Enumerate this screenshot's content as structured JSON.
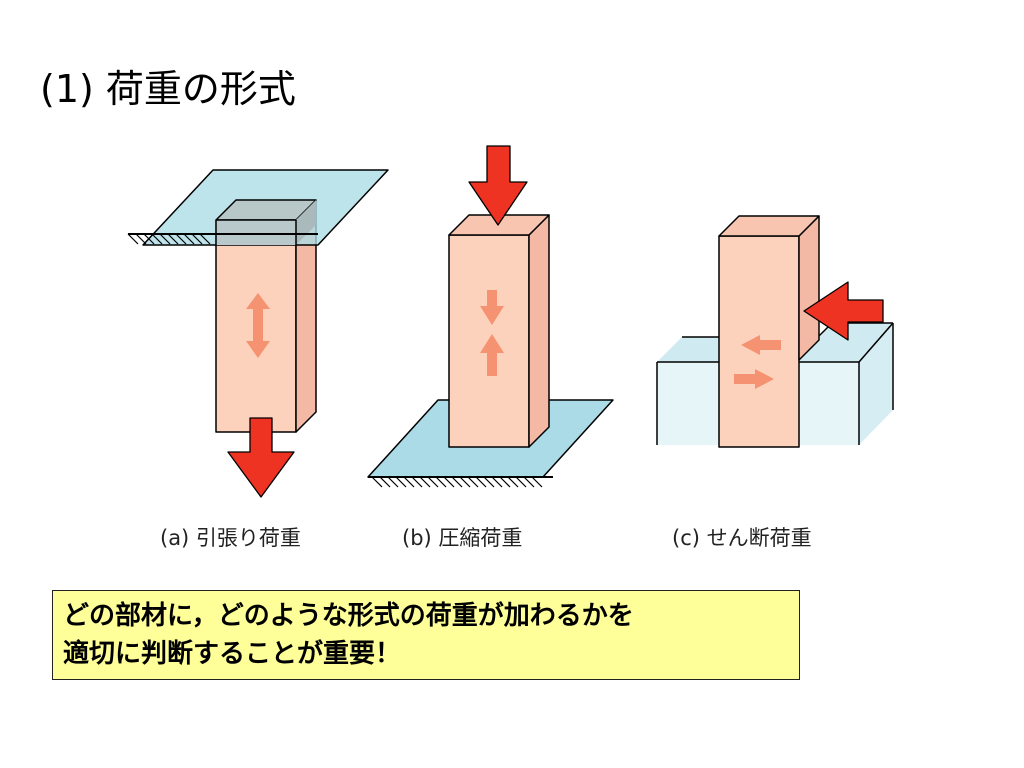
{
  "slide": {
    "title": "(1) 荷重の形式",
    "captions": {
      "tension": "(a)  引張り荷重",
      "compression": "(b)  圧縮荷重",
      "shear": "(c)  せん断荷重"
    },
    "note_lines": [
      "どの部材に，どのような形式の荷重が加わるかを",
      "適切に判断することが重要！"
    ]
  },
  "colors": {
    "member_fill": "#fdd2bc",
    "plate_fill": "#aadbe6",
    "block_fill": "#e6f5f8",
    "load_arrow": "#ee3322",
    "internal_arrow": "#f59272",
    "note_bg": "#ffff99"
  }
}
